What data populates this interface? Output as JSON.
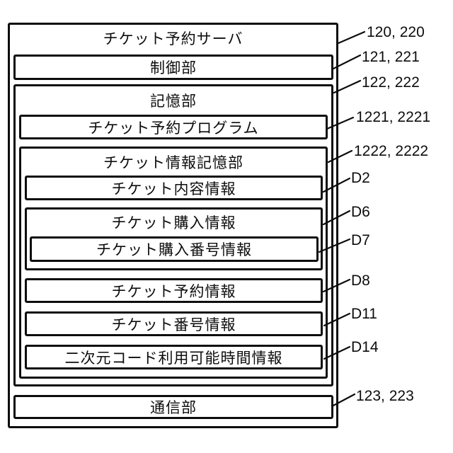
{
  "figure": {
    "type": "patent-style nested block diagram",
    "colors": {
      "ink": "#0d0d0d",
      "background": "#ffffff"
    }
  },
  "boxes": {
    "server": "チケット予約サーバ",
    "control": "制御部",
    "storage": "記憶部",
    "program": "チケット予約プログラム",
    "info_storage": "チケット情報記憶部",
    "content": "チケット内容情報",
    "purchase": "チケット購入情報",
    "purchase_number": "チケット購入番号情報",
    "reservation": "チケット予約情報",
    "number": "チケット番号情報",
    "qr_time": "二次元コード利用可能時間情報",
    "communication": "通信部"
  },
  "refs": [
    {
      "target": "server",
      "text": "120, 220"
    },
    {
      "target": "control",
      "text": "121, 221"
    },
    {
      "target": "storage",
      "text": "122, 222"
    },
    {
      "target": "program",
      "text": "1221, 2221"
    },
    {
      "target": "info_storage",
      "text": "1222, 2222"
    },
    {
      "target": "content",
      "text": "D2"
    },
    {
      "target": "purchase",
      "text": "D6"
    },
    {
      "target": "purchase_number",
      "text": "D7"
    },
    {
      "target": "reservation",
      "text": "D8"
    },
    {
      "target": "number",
      "text": "D11"
    },
    {
      "target": "qr_time",
      "text": "D14"
    },
    {
      "target": "communication",
      "text": "123, 223"
    }
  ]
}
